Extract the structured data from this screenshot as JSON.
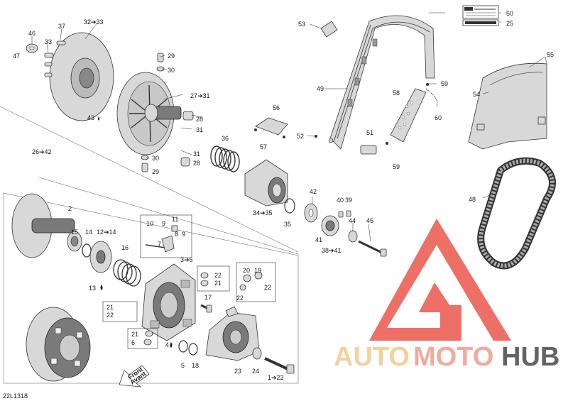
{
  "diagram_id": "22L1318",
  "callouts": {
    "c1": "32➔33",
    "c2": "37",
    "c3": "46",
    "c4": "33",
    "c5": "47",
    "c6": "29",
    "c7": "30",
    "c8": "27➔31",
    "c9": "28",
    "c10": "31",
    "c11": "43",
    "c12": "26➔42",
    "c13": "36",
    "c14": "30",
    "c15": "29",
    "c16": "31",
    "c17": "28",
    "c18": "56",
    "c19": "57",
    "c20": "53",
    "c21": "50",
    "c22": "25",
    "c23": "49",
    "c24": "58",
    "c25": "59",
    "c26": "60",
    "c27": "52",
    "c28": "51",
    "c29": "59",
    "c30": "55",
    "c31": "54",
    "c32": "42",
    "c33": "40",
    "c34": "39",
    "c35": "34➔35",
    "c36": "35",
    "c37": "41",
    "c38": "44",
    "c39": "45",
    "c40": "38➔41",
    "c41": "48",
    "c42": "2",
    "c43": "15",
    "c44": "14",
    "c45": "12➔14",
    "c46": "16",
    "c47": "13",
    "c48": "10",
    "c49": "9",
    "c50": "11",
    "c51": "7",
    "c52": "8",
    "c53": "9",
    "c54": "3➔6",
    "c55": "22",
    "c56": "21",
    "c57": "20",
    "c58": "19",
    "c59": "22",
    "c60": "17",
    "c61": "22",
    "c62": "21",
    "c63": "22",
    "c64": "21",
    "c65": "6",
    "c66": "4",
    "c67": "5",
    "c68": "18",
    "c69": "23",
    "c70": "24",
    "c71": "1➔22"
  },
  "front_tag": {
    "line1": "Front",
    "line2": "Avant"
  },
  "watermark": {
    "part1": "AUTO",
    "part2": "MOTO",
    "part3": "HUB",
    "color1": "#f2c98e",
    "color2": "#f29b8e",
    "color3": "#4a4a4a",
    "logo_color": "#e8473a"
  }
}
